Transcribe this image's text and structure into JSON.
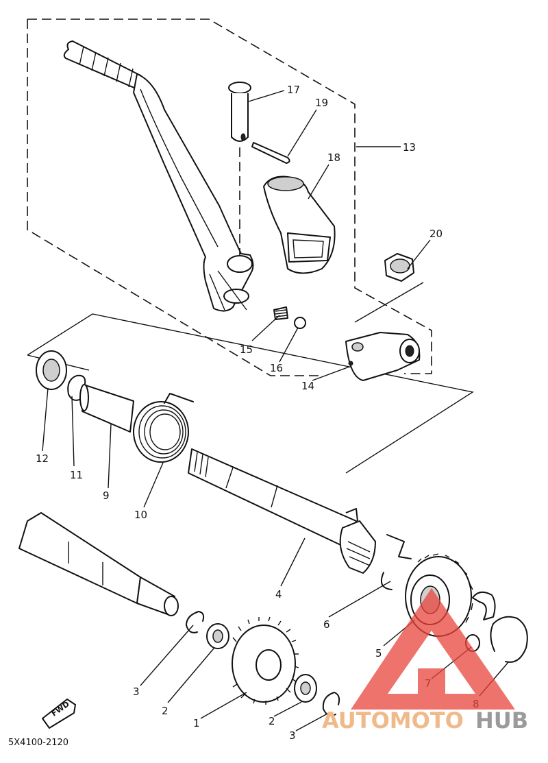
{
  "callouts": {
    "p1": "1",
    "p2a": "2",
    "p2b": "2",
    "p3a": "3",
    "p3b": "3",
    "p4": "4",
    "p5": "5",
    "p6": "6",
    "p7": "7",
    "p8": "8",
    "p9": "9",
    "p10": "10",
    "p11": "11",
    "p12": "12",
    "p13": "13",
    "p14": "14",
    "p15": "15",
    "p16": "16",
    "p17": "17",
    "p18": "18",
    "p19": "19",
    "p20": "20"
  },
  "diagram_code": "5X4100-2120",
  "direction_marker": "FWD",
  "watermark": {
    "text_part1": "AUTOMOTO",
    "text_part2": "HUB",
    "color_part1": "#f0b98a",
    "color_part2": "#9a9a9a",
    "logo_color": "#e8443c"
  }
}
